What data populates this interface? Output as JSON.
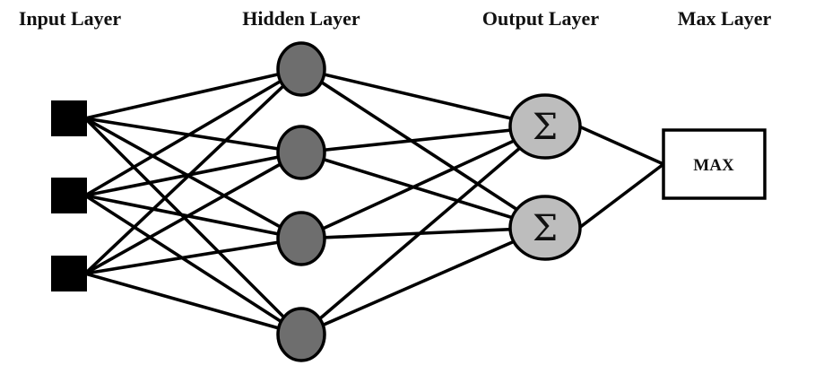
{
  "layers": {
    "input": {
      "title": "Input Layer",
      "node_count": 3
    },
    "hidden": {
      "title": "Hidden Layer",
      "node_count": 4
    },
    "output": {
      "title": "Output Layer",
      "node_count": 2,
      "node_symbol": "Σ"
    },
    "max": {
      "title": "Max Layer",
      "box_label": "MAX"
    }
  },
  "colors": {
    "edge": "#000000",
    "input_node": "#000000",
    "hidden_node": "#6e6e6e",
    "output_node": "#bdbdbd",
    "max_box": "#ffffff"
  }
}
